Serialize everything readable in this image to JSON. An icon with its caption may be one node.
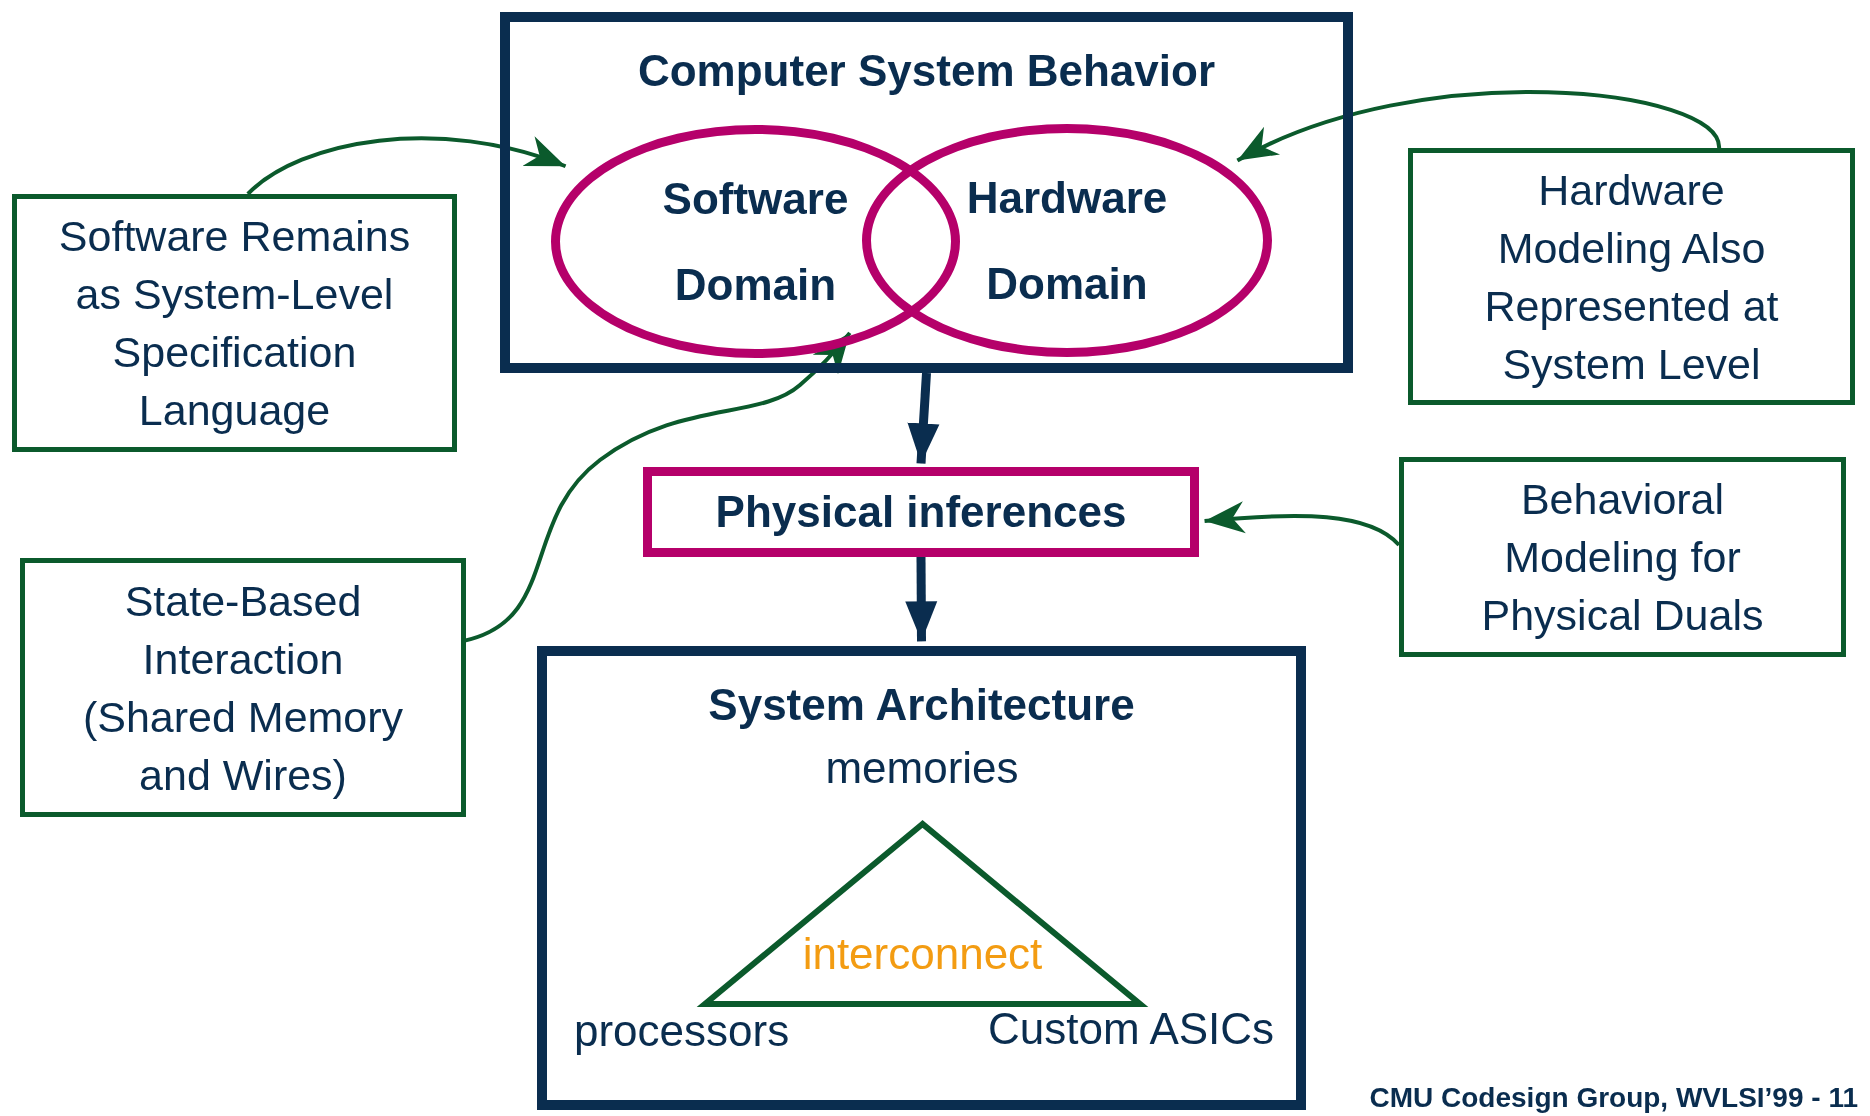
{
  "diagram": {
    "nodes": [
      {
        "text": [
          "Computer System Behavior"
        ]
      },
      {
        "text": [
          "Software Domain"
        ],
        "in": 0
      },
      {
        "text": [
          "Hardware Domain"
        ],
        "in": 0
      },
      {
        "text": [
          "Physical inferences"
        ]
      },
      {
        "text": [
          "System Architecture"
        ]
      },
      {
        "text": [
          "interconnect"
        ],
        "in": 4,
        "beside": [
          "memories",
          "processors",
          "Custom ASICs"
        ]
      },
      {
        "text": [
          "Software Remains as System-Level Specification Language"
        ]
      },
      {
        "text": [
          "Hardware Modeling Also Represented at System Level"
        ]
      },
      {
        "text": [
          "Behavioral Modeling for Physical Duals"
        ]
      },
      {
        "text": [
          "State-Based Interaction (Shared Memory and Wires)"
        ]
      }
    ],
    "edges": [
      {
        "from": 0,
        "to": 3,
        "arrow": "to",
        "style": "thick",
        "color": "#0a2d4f"
      },
      {
        "from": 3,
        "to": 4,
        "arrow": "to",
        "style": "thick",
        "color": "#0a2d4f"
      },
      {
        "from": 6,
        "to": 1,
        "arrow": "to"
      },
      {
        "from": 7,
        "to": 2,
        "arrow": "to"
      },
      {
        "from": 8,
        "to": 3,
        "arrow": "to"
      },
      {
        "from": 9,
        "to": 1,
        "arrow": "to"
      }
    ],
    "labels": [
      "CMU Codesign Group, WVLSI’99 - 11"
    ]
  }
}
